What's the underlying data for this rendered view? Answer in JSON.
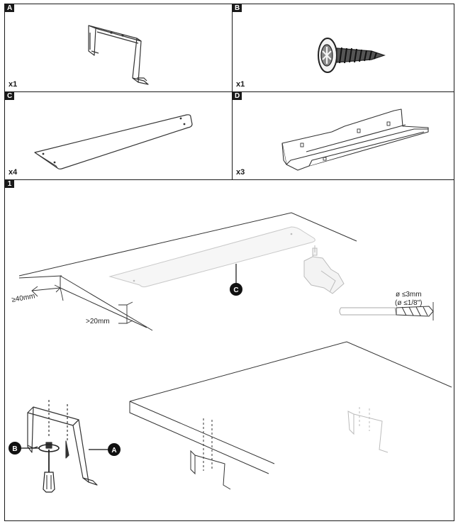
{
  "panels": [
    {
      "id": "A",
      "qty": "x1"
    },
    {
      "id": "B",
      "qty": "x1"
    },
    {
      "id": "C",
      "qty": "x4"
    },
    {
      "id": "D",
      "qty": "x3"
    }
  ],
  "step": {
    "number": "1",
    "dim_edge": "≥40mm",
    "dim_depth": ">20mm",
    "drill_diameter_mm": "ø ≤3mm",
    "drill_diameter_in": "(ø ≤1/8\")",
    "callout_c": "C",
    "callout_a": "A",
    "callout_b": "B"
  }
}
